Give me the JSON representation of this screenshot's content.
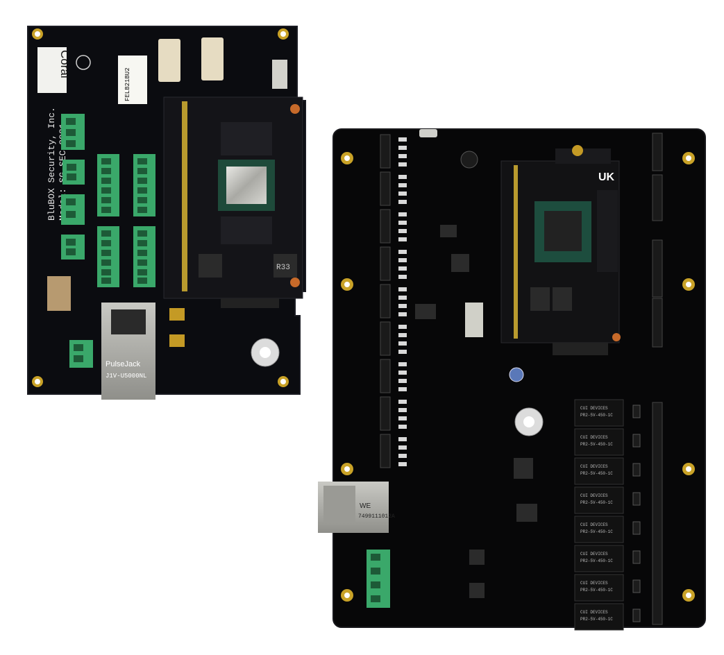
{
  "board_left": {
    "brand": "Coral",
    "silk_line1": "BluBOX Security, Inc.",
    "silk_line2": "Model: SG-SEC 2021",
    "label_code": "FELB21BU2",
    "jack_brand": "PulseJack",
    "jack_part": "J1V-U5000NL",
    "inductor_label": "R33"
  },
  "board_right": {
    "som_brand": "UK",
    "jack_brand": "WE",
    "jack_part": "7499111012A",
    "relay_maker": "CUI DEVICES",
    "relay_part": "PR2-5V-450-1C"
  }
}
